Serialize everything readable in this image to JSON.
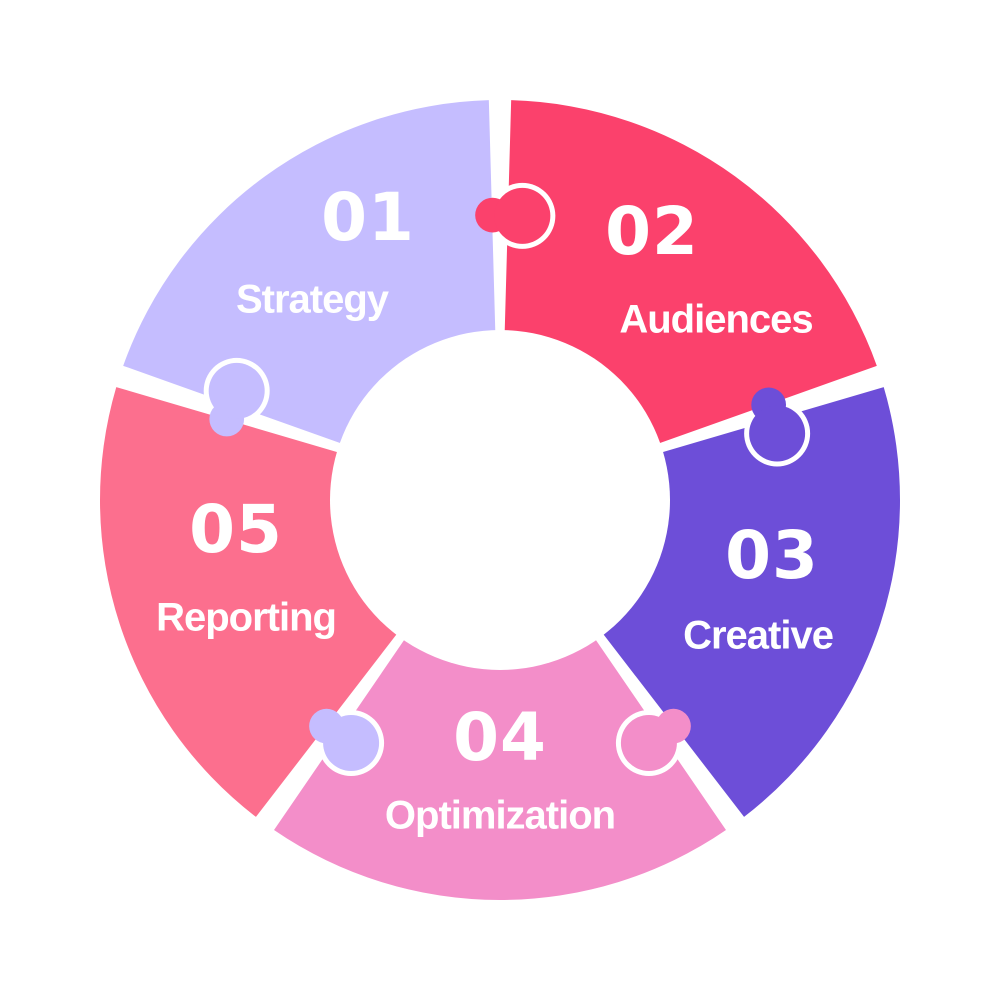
{
  "diagram": {
    "type": "puzzle-cycle",
    "background": "#ffffff",
    "segments": [
      {
        "number": "01",
        "label": "Strategy",
        "color": "#fb416c"
      },
      {
        "number": "02",
        "label": "Audiences",
        "color": "#6d4ed8"
      },
      {
        "number": "03",
        "label": "Creative",
        "color": "#f38ec9"
      },
      {
        "number": "04",
        "label": "Optimization",
        "color": "#fc6f8e"
      },
      {
        "number": "05",
        "label": "Reporting",
        "color": "#c5bdff"
      }
    ]
  }
}
